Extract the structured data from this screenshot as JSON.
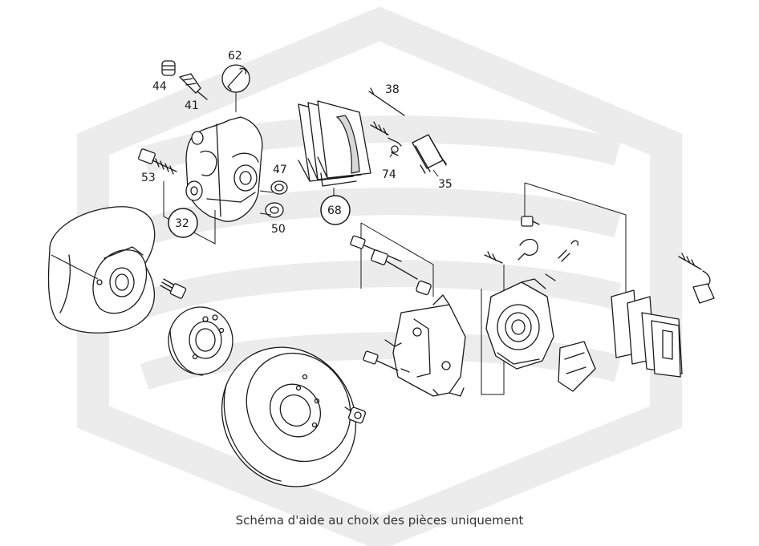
{
  "caption": "Schéma d'aide au choix des pièces uniquement",
  "colors": {
    "line": "#1a1a1a",
    "watermark": "#ececec",
    "background": "#ffffff"
  },
  "callouts": {
    "p62": "62",
    "p44": "44",
    "p41": "41",
    "p38": "38",
    "p53": "53",
    "p47": "47",
    "p74": "74",
    "p35": "35",
    "p32": "32",
    "p68": "68",
    "p50": "50"
  }
}
